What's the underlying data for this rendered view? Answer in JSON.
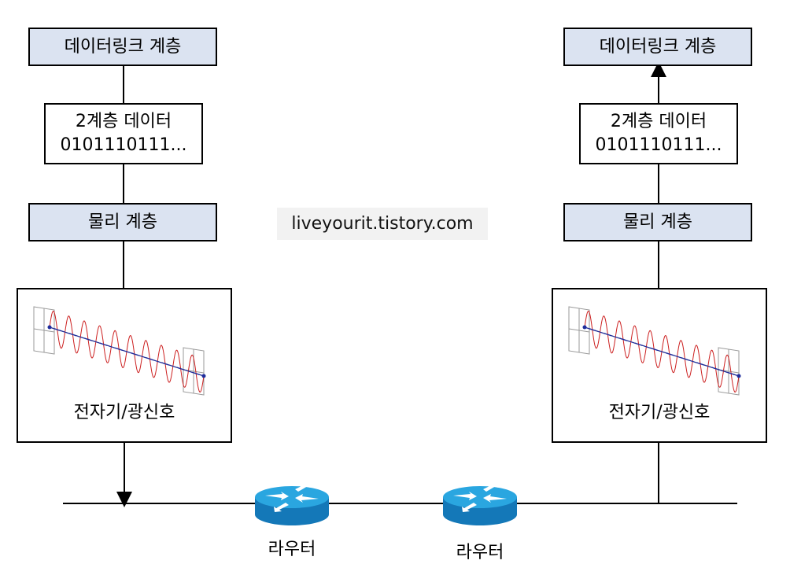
{
  "left_stack": {
    "datalink": "데이터링크 계층",
    "data_line1": "2계층 데이터",
    "data_line2": "0101110111...",
    "physical": "물리 계층",
    "signal": "전자기/광신호"
  },
  "right_stack": {
    "datalink": "데이터링크 계층",
    "data_line1": "2계층 데이터",
    "data_line2": "0101110111...",
    "physical": "물리 계층",
    "signal": "전자기/광신호"
  },
  "watermark": "liveyourit.tistory.com",
  "routers": [
    {
      "label": "라우터"
    },
    {
      "label": "라우터"
    }
  ],
  "colors": {
    "layer_fill": "#dbe3f1",
    "router_blue": "#1a9bd7",
    "wave_red": "#cc1f1f",
    "wave_blue": "#1f2d9c"
  }
}
